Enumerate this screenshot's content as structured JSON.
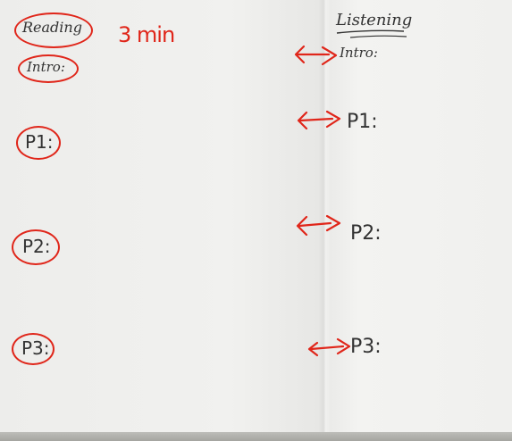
{
  "left_column": {
    "reading_label": "Reading",
    "time_note": "3 min",
    "intro_label": "Intro:",
    "p1_label": "P1:",
    "p2_label": "P2:",
    "p3_label": "P3:"
  },
  "right_column": {
    "listening_label": "Listening",
    "intro_label": "Intro:",
    "p1_label": "P1:",
    "p2_label": "P2:",
    "p3_label": "P3:"
  },
  "ink_colors": {
    "pencil": "#333333",
    "red_marker": "#e0261a"
  }
}
